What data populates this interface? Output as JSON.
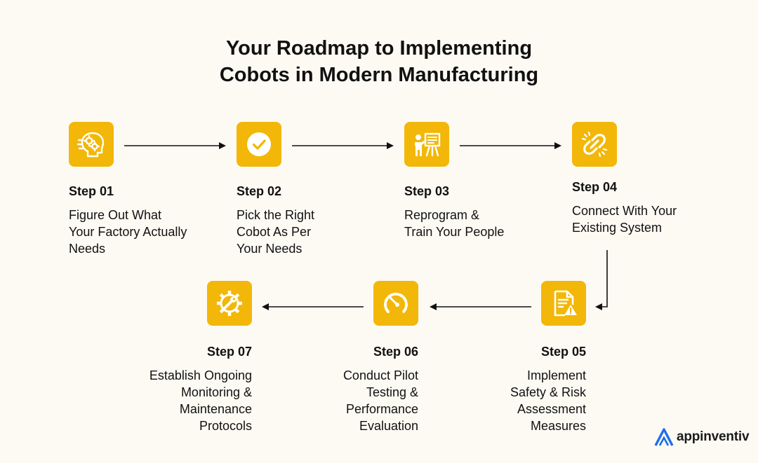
{
  "title": {
    "line1": "Your Roadmap to Implementing",
    "line2": "Cobots in Modern Manufacturing"
  },
  "steps": [
    {
      "label": "Step 01",
      "desc": [
        "Figure Out What",
        "Your Factory Actually",
        "Needs"
      ],
      "icon": "brain-gears-icon"
    },
    {
      "label": "Step 02",
      "desc": [
        "Pick the Right",
        "Cobot As Per",
        "Your Needs"
      ],
      "icon": "check-circle-icon"
    },
    {
      "label": "Step 03",
      "desc": [
        "Reprogram &",
        "Train Your People"
      ],
      "icon": "presentation-trainer-icon"
    },
    {
      "label": "Step 04",
      "desc": [
        "Connect With Your",
        "Existing System"
      ],
      "icon": "chain-link-icon"
    },
    {
      "label": "Step 05",
      "desc": [
        "Implement",
        "Safety & Risk",
        "Assessment",
        "Measures"
      ],
      "icon": "document-warning-icon"
    },
    {
      "label": "Step 06",
      "desc": [
        "Conduct Pilot",
        "Testing &",
        "Performance",
        "Evaluation"
      ],
      "icon": "speedometer-icon"
    },
    {
      "label": "Step 07",
      "desc": [
        "Establish Ongoing",
        "Monitoring &",
        "Maintenance",
        "Protocols"
      ],
      "icon": "gear-wrench-icon"
    }
  ],
  "logo": {
    "text": "appinventiv"
  },
  "colors": {
    "accent": "#f2b708",
    "background": "#fcfaf3",
    "text": "#111111",
    "logo": "#1e6cf0"
  }
}
